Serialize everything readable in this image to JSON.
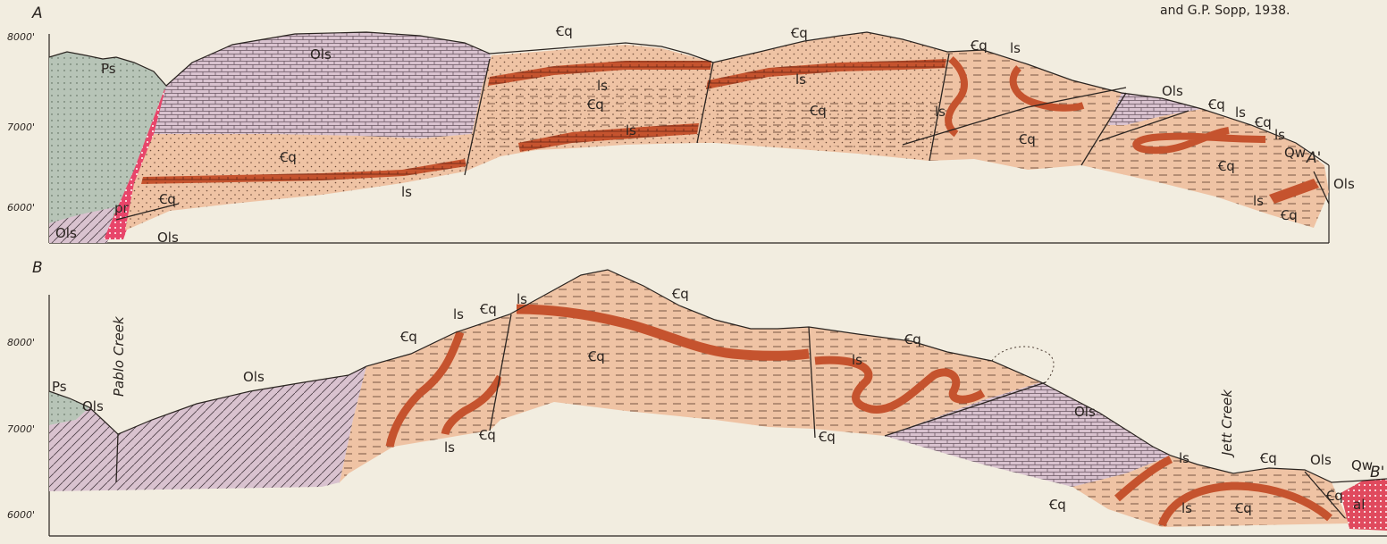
{
  "credit": {
    "text": "and G.P. Sopp, 1938."
  },
  "section_a": {
    "label": "A",
    "end_label": "A'",
    "elevations": [
      "8000'",
      "7000'",
      "6000'"
    ],
    "unit_labels": {
      "ps": "Ps",
      "ols_top": "Ols",
      "cq_top1": "Ꞓq",
      "cq_top2": "Ꞓq",
      "cq_top3": "Ꞓq",
      "ls_top": "ls",
      "ls_a1": "ls",
      "cq_a1": "Ꞓq",
      "ls_a2": "ls",
      "cq_a2": "Ꞓq",
      "cq_a3": "Ꞓq",
      "ls_a3": "ls",
      "cq_a4": "Ꞓq",
      "ls_bottom": "ls",
      "cq_left": "Ꞓq",
      "pr": "pr",
      "ols_bl": "Ols",
      "ols_b2": "Ols",
      "ols_right": "Ols",
      "cq_r1": "Ꞓq",
      "ls_r1": "ls",
      "cq_r2": "Ꞓq",
      "ls_r2": "ls",
      "qw": "Qw",
      "cq_r3": "Ꞓq",
      "ols_end": "Ols",
      "ls_r3": "ls",
      "cq_r4": "Ꞓq",
      "ls_fold": "ls"
    }
  },
  "section_b": {
    "label": "B",
    "end_label": "B'",
    "elevations": [
      "8000'",
      "7000'",
      "6000'"
    ],
    "creeks": {
      "pablo": "Pablo Creek",
      "jett": "Jett Creek"
    },
    "unit_labels": {
      "ps": "Ps",
      "ols_left": "Ols",
      "ols_mid": "Ols",
      "cq_b1": "Ꞓq",
      "ls_b1": "ls",
      "cq_b2": "Ꞓq",
      "ls_b2": "ls",
      "cq_top": "Ꞓq",
      "cq_core": "Ꞓq",
      "ls_bot": "ls",
      "cq_bot": "Ꞓq",
      "cq_b3": "Ꞓq",
      "ls_fold": "ls",
      "cq_b4": "Ꞓq",
      "ols_r": "Ols",
      "ls_r": "ls",
      "cq_r1": "Ꞓq",
      "cq_r2": "Ꞓq",
      "ols_r2": "Ols",
      "qw": "Qw",
      "ls_r2": "ls",
      "cq_r3": "Ꞓq",
      "cq_r4": "Ꞓq",
      "al": "al"
    }
  },
  "colors": {
    "cq": "#efc3a4",
    "ls": "#c5532e",
    "ols": "#d9c2cf",
    "ps": "#b7c4b7",
    "pr": "#e8456a",
    "al": "#e04a5e",
    "paper": "#f2ede0"
  }
}
